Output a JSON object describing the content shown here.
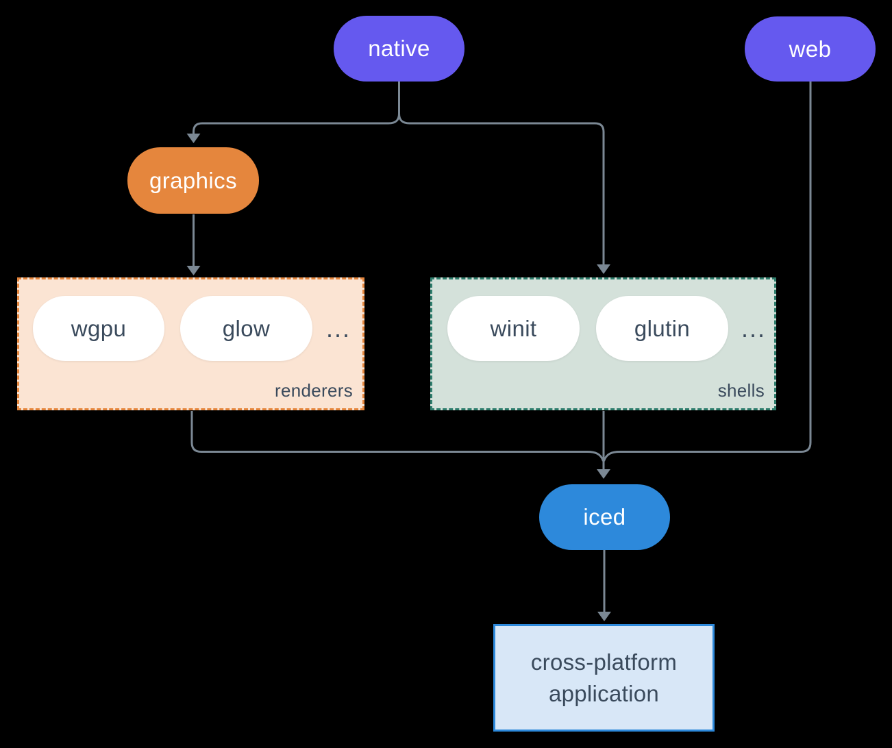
{
  "colors": {
    "background": "#000000",
    "connector": "#7b8894",
    "node_purple": "#6559ef",
    "node_orange": "#e5863d",
    "node_blue": "#2d89db",
    "node_white": "#ffffff",
    "text_light": "#ffffff",
    "text_dark": "#3a4a5c",
    "renderers_group_bg": "#fbe4d3",
    "renderers_group_border": "#e5863d",
    "shells_group_bg": "#d4e1da",
    "shells_group_border": "#2e7d6c",
    "app_box_bg": "#d8e7f7",
    "app_box_border": "#2d89db"
  },
  "nodes": {
    "native": {
      "label": "native"
    },
    "web": {
      "label": "web"
    },
    "graphics": {
      "label": "graphics"
    },
    "wgpu": {
      "label": "wgpu"
    },
    "glow": {
      "label": "glow"
    },
    "winit": {
      "label": "winit"
    },
    "glutin": {
      "label": "glutin"
    },
    "iced": {
      "label": "iced"
    }
  },
  "groups": {
    "renderers": {
      "label": "renderers",
      "more": "..."
    },
    "shells": {
      "label": "shells",
      "more": "..."
    }
  },
  "app_box": {
    "line1": "cross-platform",
    "line2": "application"
  }
}
